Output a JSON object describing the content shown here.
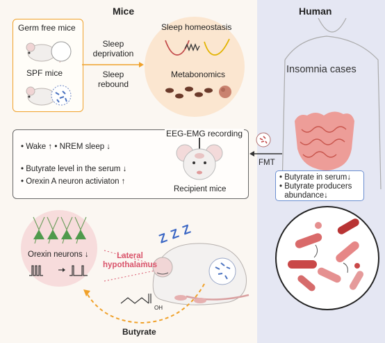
{
  "sections": {
    "mice": "Mice",
    "human": "Human"
  },
  "mice_groups": {
    "germ_free": "Germ free mice",
    "spf": "SPF mice"
  },
  "arrow_labels": {
    "sleep_deprivation": "Sleep\ndeprivation",
    "sleep_rebound": "Sleep\nrebound",
    "fmt": "FMT"
  },
  "circle_panel": {
    "sleep_homeostasis": "Sleep homeostasis",
    "metabonomics": "Metabonomics"
  },
  "recording": {
    "title": "EEG-EMG recording",
    "findings": [
      "Wake ↑  •  NREM sleep ↓",
      "Butyrate level in the serum ↓",
      "Orexin A neuron activiaton ↑"
    ],
    "recipient": "Recipient mice"
  },
  "human_panel": {
    "insomnia": "Insomnia cases",
    "findings": [
      "Butyrate in serum↓",
      "Butyrate producers abundance↓"
    ]
  },
  "bottom": {
    "orexin": "Orexin neurons ↓",
    "lateral_hypothalamus": "Lateral\nhypothalamus",
    "butyrate": "Butyrate",
    "zzz": "Z Z Z",
    "oh": "OH"
  },
  "colors": {
    "accent_orange": "#f0a12a",
    "human_bg": "#e5e7f3",
    "mice_bg": "#fbf7f2",
    "hypothalamus_red": "#d9536a",
    "bacteria_red": "#c94848"
  }
}
